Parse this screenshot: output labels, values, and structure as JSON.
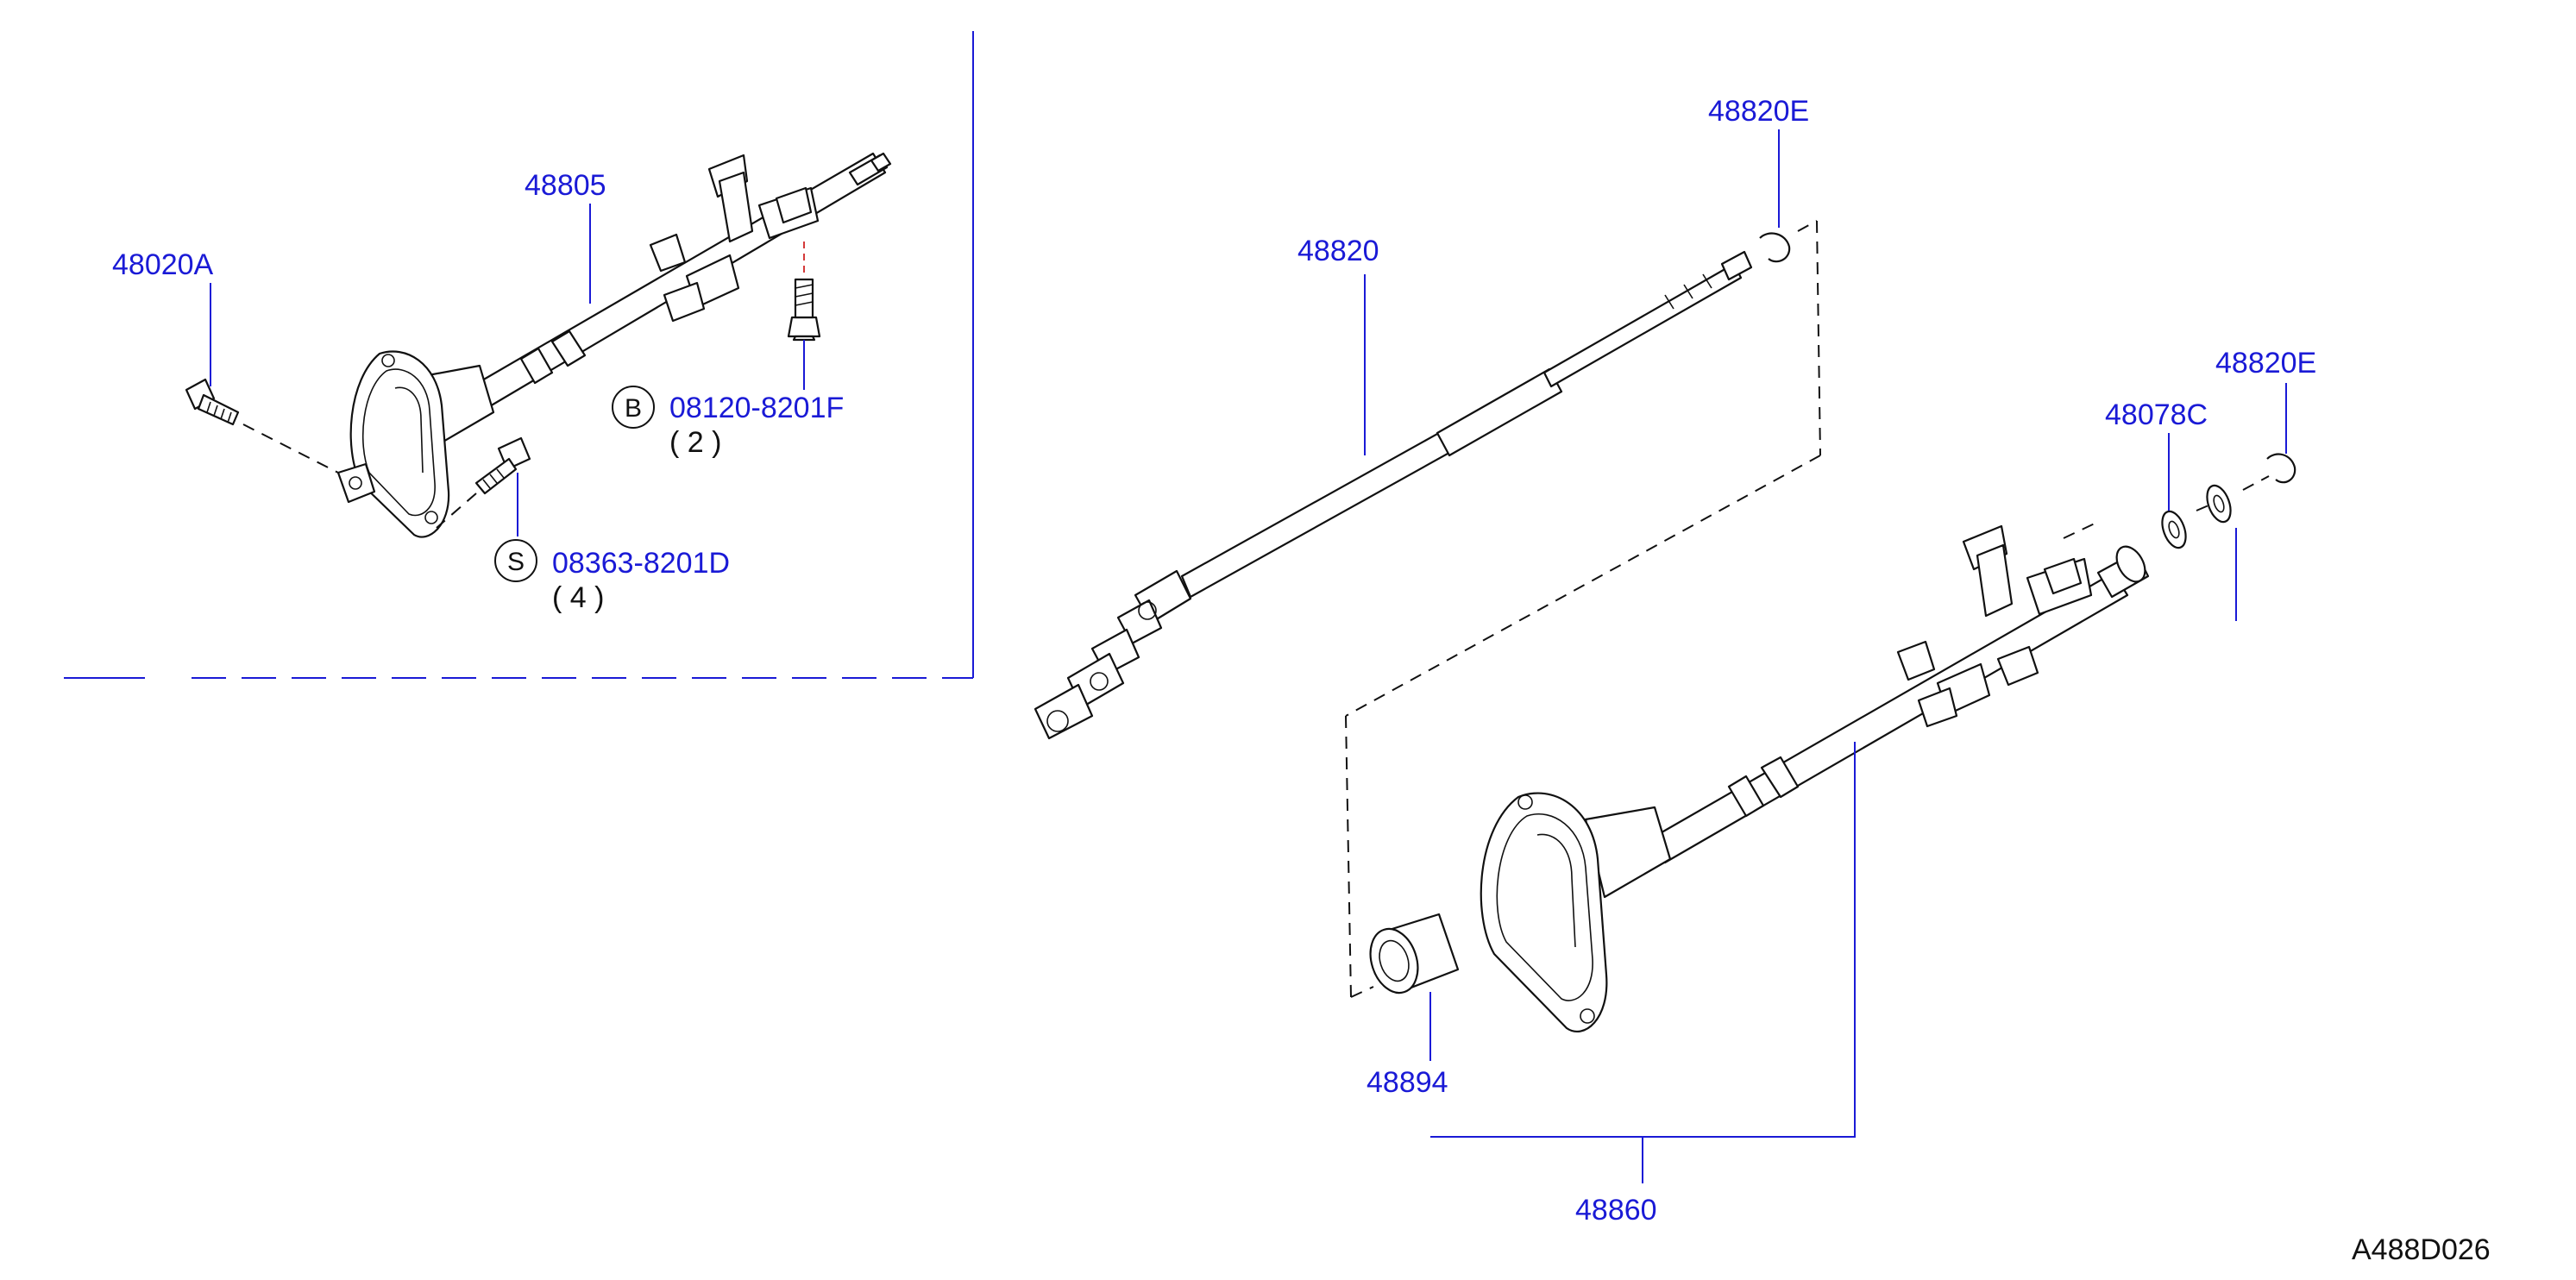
{
  "labels": {
    "p48020A": "48020A",
    "p48805": "48805",
    "p08120": "08120-8201F",
    "q08120": "( 2 )",
    "p08363": "08363-8201D",
    "q08363": "( 4 )",
    "p48820": "48820",
    "p48820E_a": "48820E",
    "p48820E_b": "48820E",
    "p48078C": "48078C",
    "p48894": "48894",
    "p48860": "48860",
    "diagram_ref": "A488D026"
  },
  "symbols": {
    "bolt": "B",
    "screw": "S"
  },
  "colors": {
    "label": "#1a1ad6",
    "line": "#111111"
  }
}
